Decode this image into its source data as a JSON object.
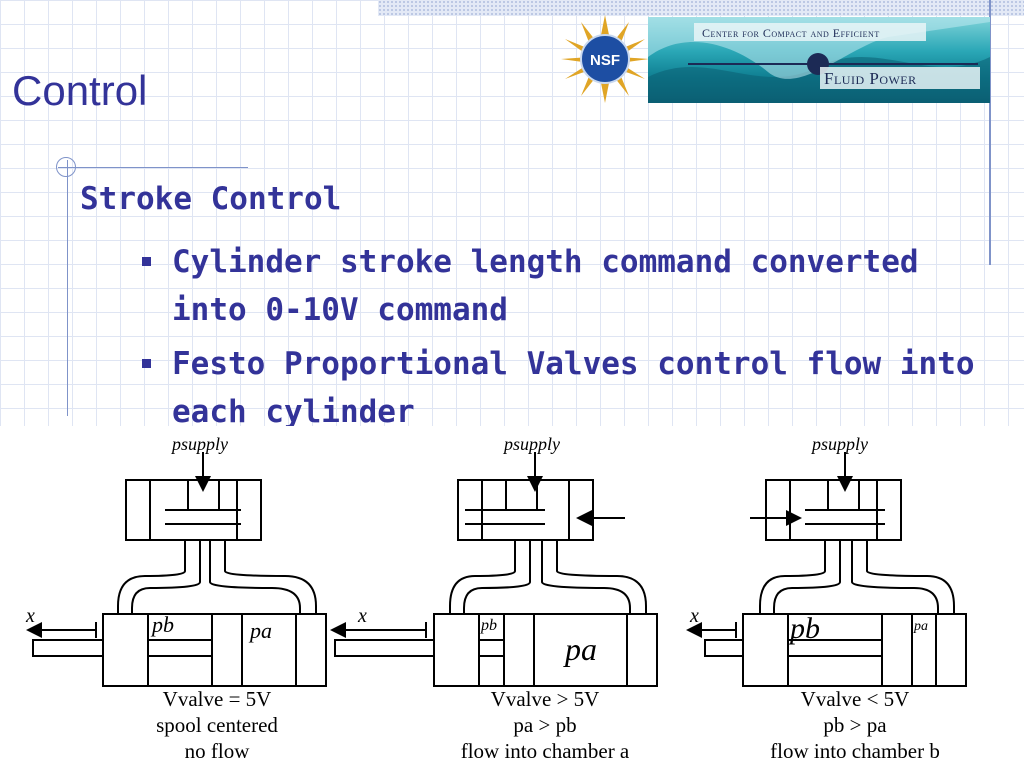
{
  "slide": {
    "title": "Control",
    "heading": "Stroke Control",
    "bullets": [
      "Cylinder stroke length command converted into 0-10V command",
      "Festo Proportional Valves control flow into each cylinder"
    ]
  },
  "logos": {
    "nsf_text": "NSF",
    "banner_line1": "Center for Compact and Efficient",
    "banner_line2": "Fluid Power"
  },
  "colors": {
    "title": "#333399",
    "accent_lines": "#7f93c9",
    "banner_teal": "#2aa7b6"
  },
  "diagram": {
    "panels": [
      {
        "supply_label": "psupply",
        "x_label": "x",
        "pb_label": "pb",
        "pa_label": "pa",
        "caption_voltage": "Vvalve = 5V",
        "caption_relation": "spool centered",
        "caption_flow": "no flow"
      },
      {
        "supply_label": "psupply",
        "x_label": "x",
        "pb_label": "pb",
        "pa_label": "pa",
        "caption_voltage": "Vvalve > 5V",
        "caption_relation": "pa > pb",
        "caption_flow": "flow into chamber a"
      },
      {
        "supply_label": "psupply",
        "x_label": "x",
        "pb_label": "pb",
        "pa_label": "pa",
        "caption_voltage": "Vvalve < 5V",
        "caption_relation": "pb > pa",
        "caption_flow": "flow into chamber b"
      }
    ]
  }
}
